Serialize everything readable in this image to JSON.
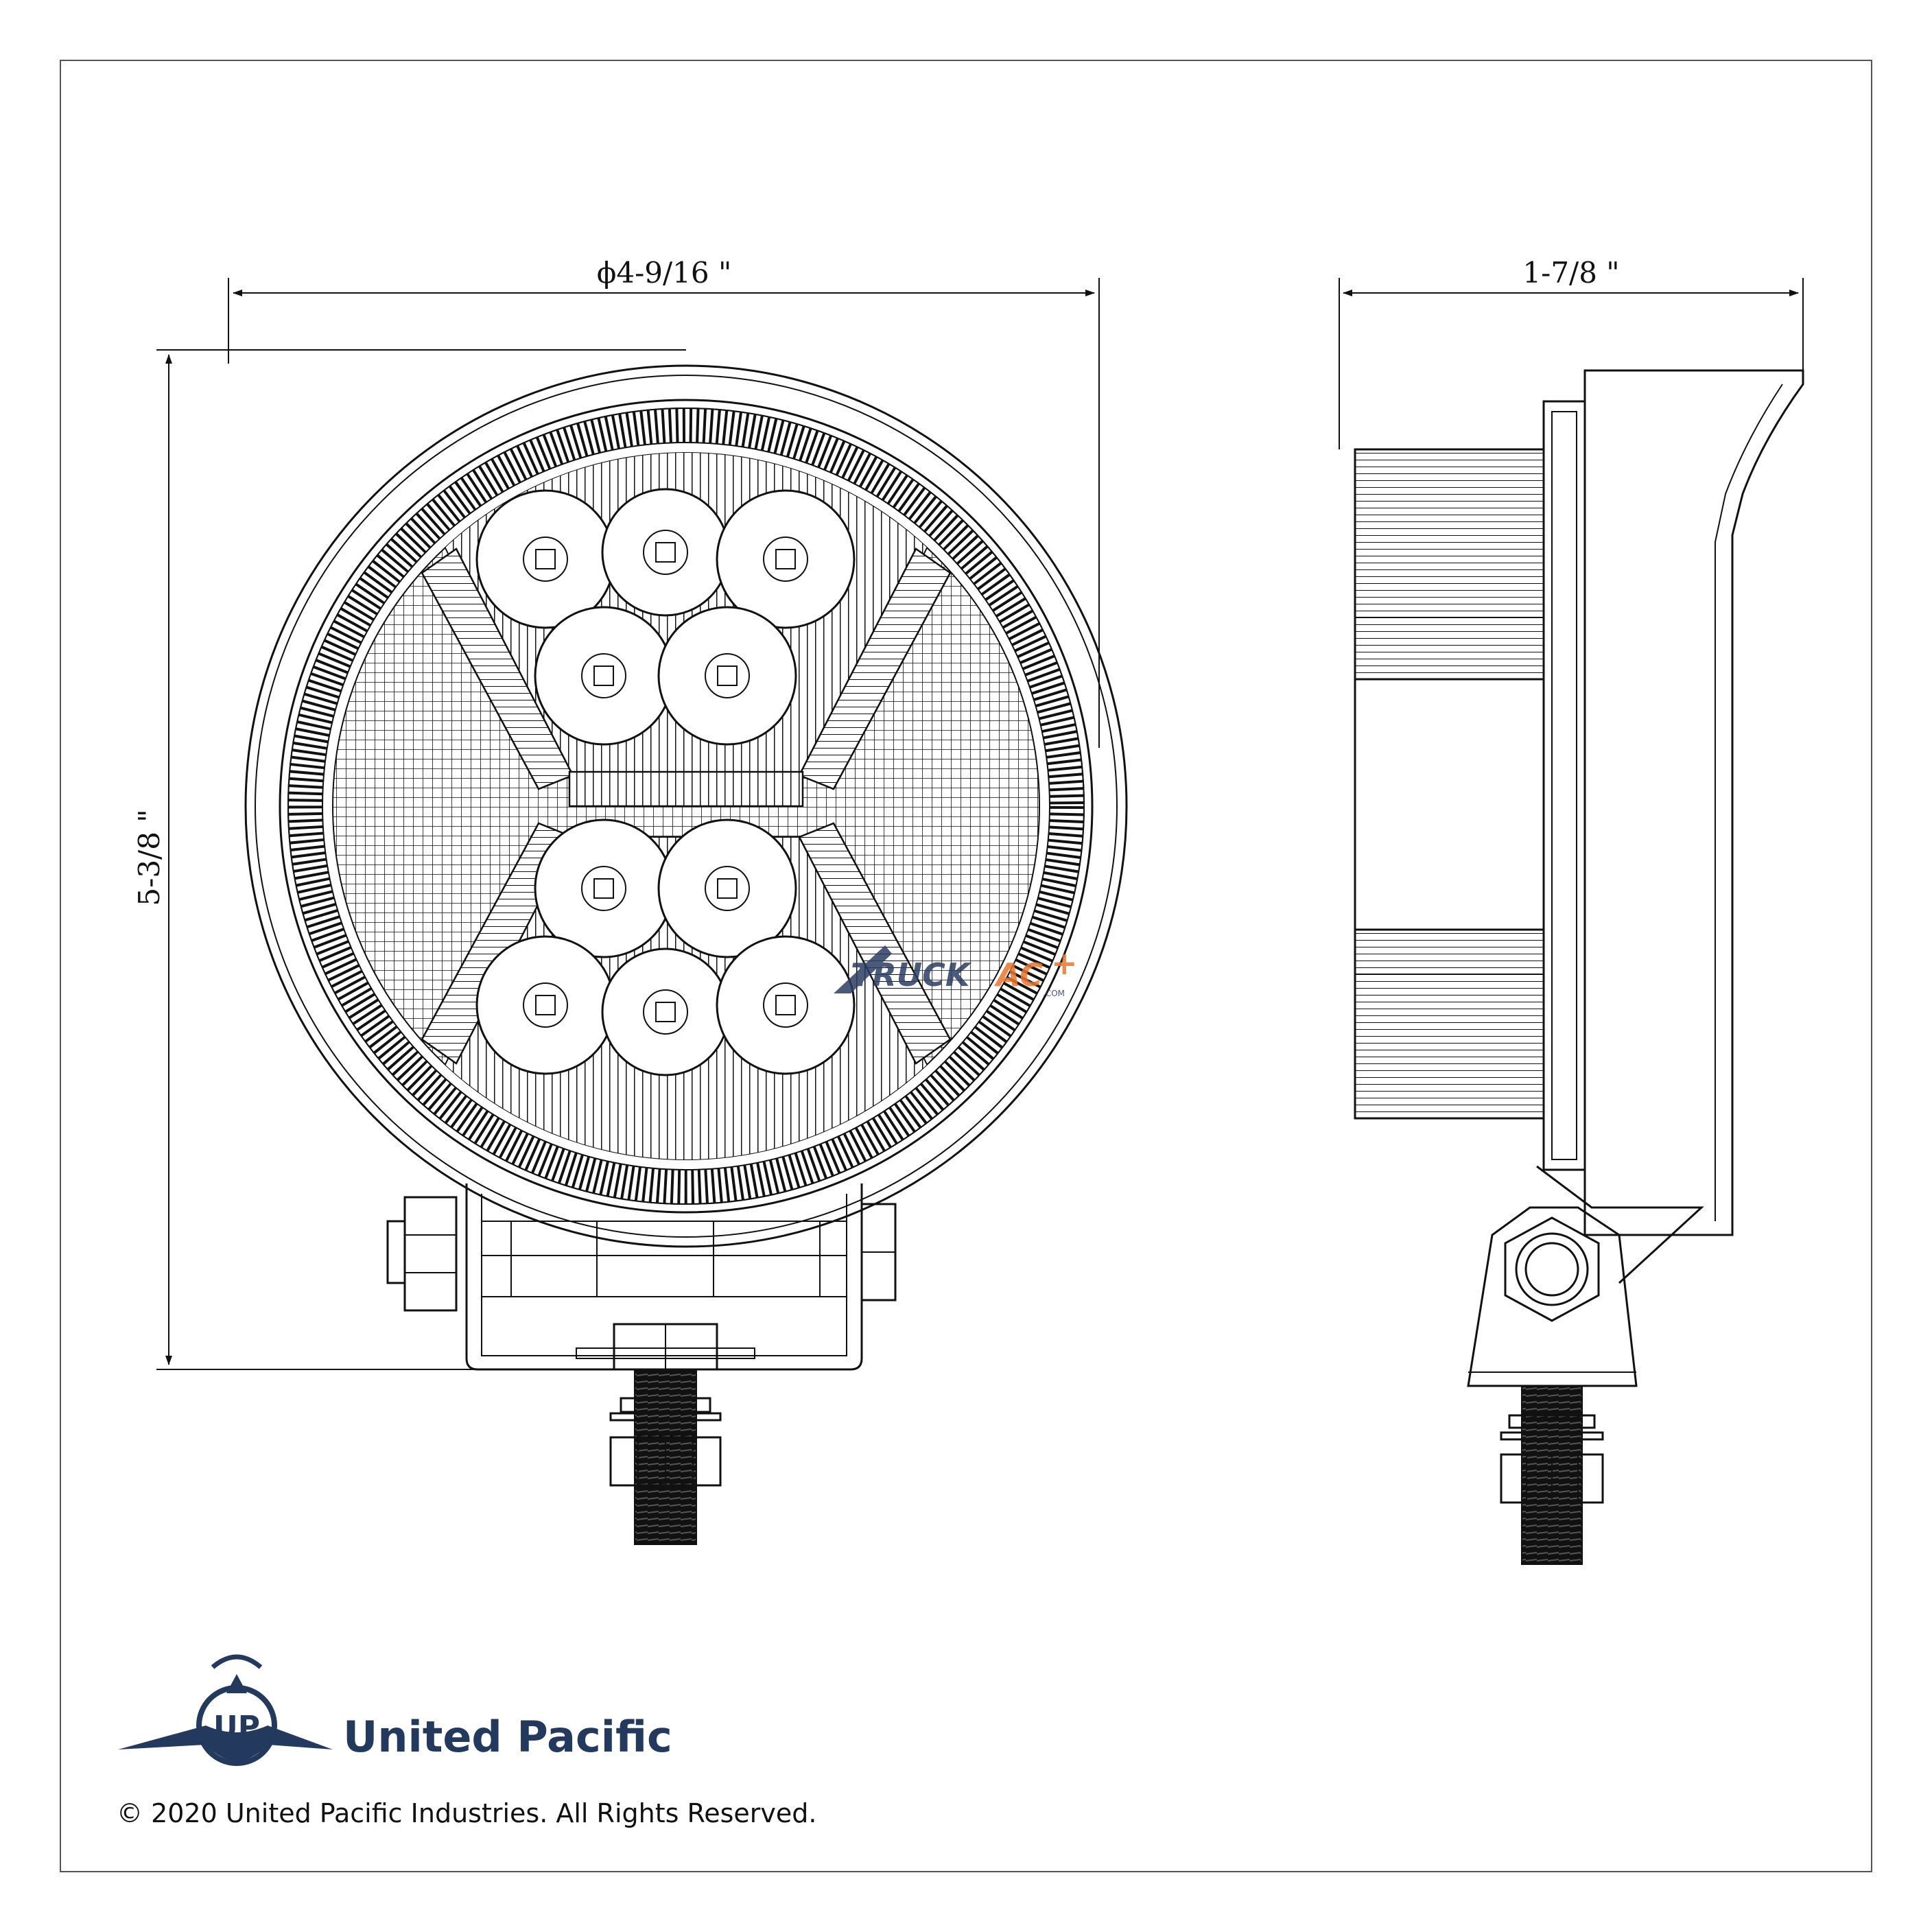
{
  "dimensions": {
    "diameter": "ϕ4-9/16 \"",
    "depth": "1-7/8 \"",
    "height": "5-3/8 \""
  },
  "brand": {
    "name": "United Pacific",
    "logo_letters": "UP",
    "copyright": "© 2020 United Pacific Industries. All Rights Reserved.",
    "color": "#233a5e"
  },
  "watermark": {
    "text_dark": "TRUCK",
    "text_accent": "AC",
    "plus": "+",
    "sub": ".COM",
    "color_dark": "#2c3e63",
    "color_accent": "#e8762d"
  },
  "views": {
    "front": {
      "led_count": 10
    },
    "side": {}
  }
}
